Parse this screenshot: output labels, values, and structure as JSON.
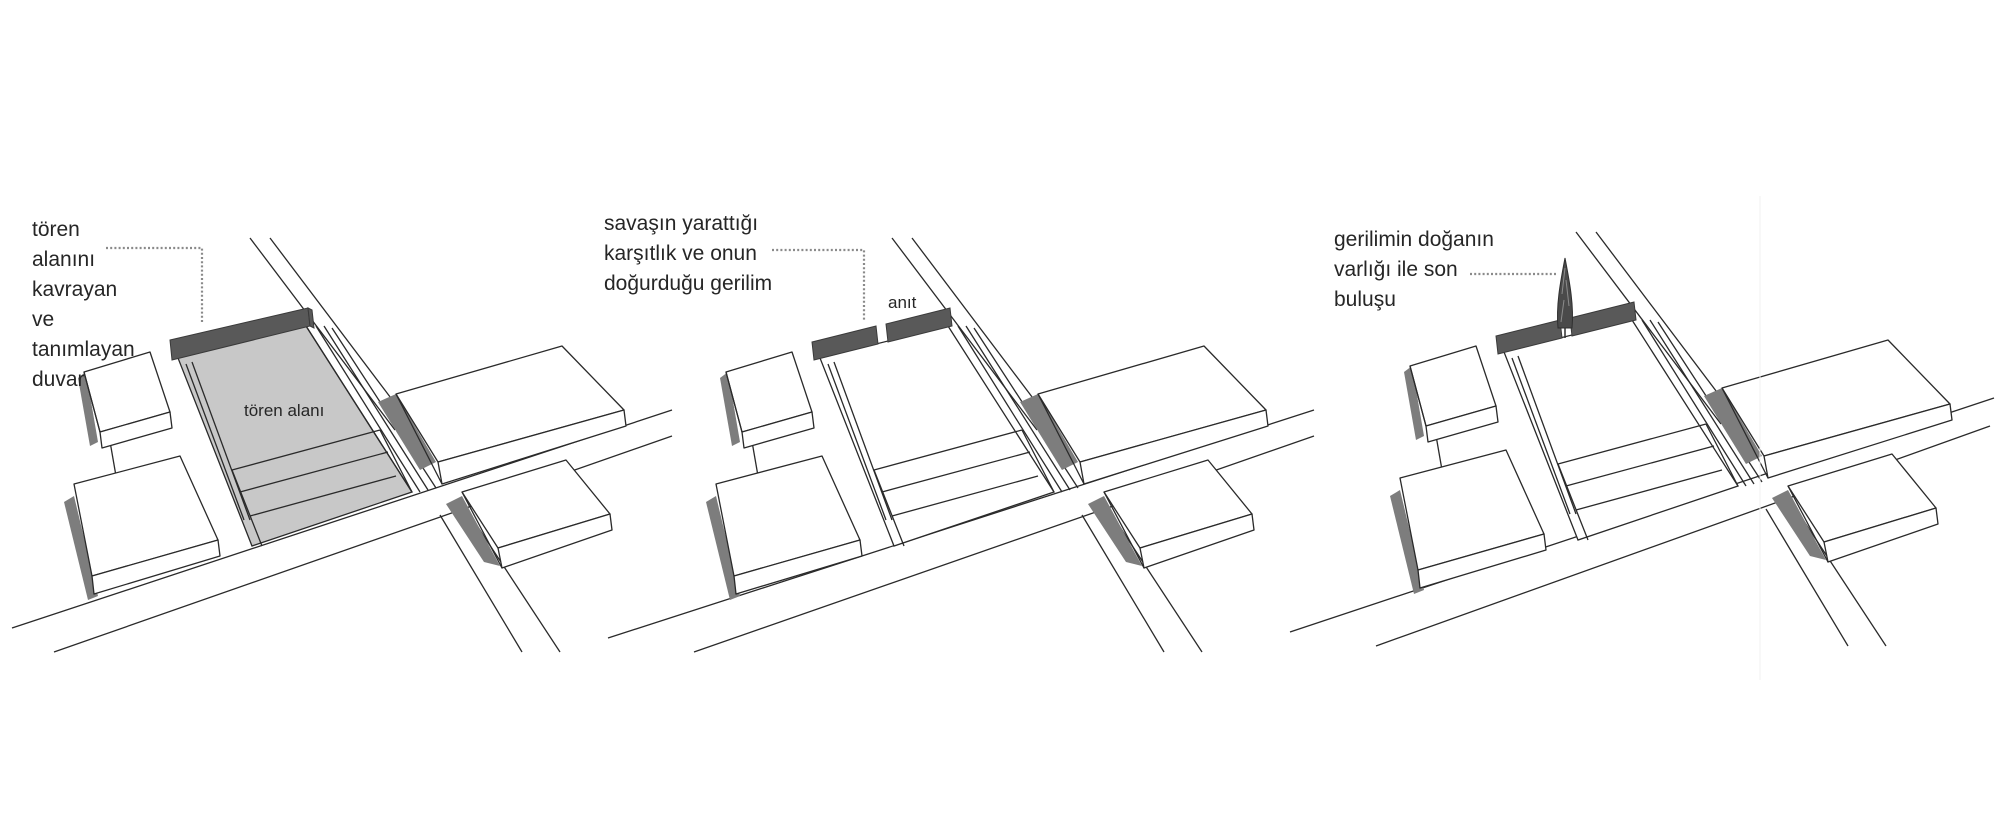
{
  "panels": [
    {
      "label_lines": [
        "tören",
        "alanını",
        "kavrayan",
        "ve",
        "tanımlayan",
        "duvar"
      ],
      "area_label": "tören alanı",
      "plaza_fill": "#c8c8c8"
    },
    {
      "label_lines": [
        "savaşın yarattığı",
        "karşıtlık ve onun",
        "doğurduğu gerilim"
      ],
      "monument_label": "anıt",
      "plaza_fill": "#ffffff"
    },
    {
      "label_lines": [
        "gerilimin doğanın",
        "varlığı ile son",
        "buluşu"
      ],
      "tree_icon": "cypress-tree-icon",
      "plaza_fill": "#ffffff"
    }
  ],
  "colors": {
    "wall": "#595959",
    "shadow": "#7d7d7d",
    "line": "#2a2a2a",
    "leader": "#8a8a8a",
    "plaza_grey": "#c8c8c8"
  }
}
